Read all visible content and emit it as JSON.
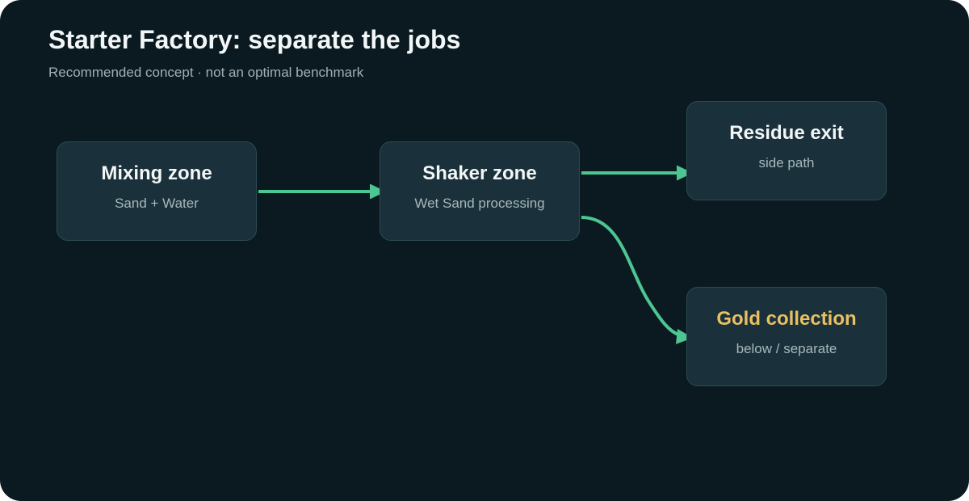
{
  "header": {
    "title": "Starter Factory: separate the jobs",
    "subtitle": "Recommended concept · not an optimal benchmark"
  },
  "nodes": {
    "mixing": {
      "title": "Mixing zone",
      "subtitle": "Sand + Water"
    },
    "shaker": {
      "title": "Shaker zone",
      "subtitle": "Wet Sand processing"
    },
    "residue": {
      "title": "Residue exit",
      "subtitle": "side path"
    },
    "gold": {
      "title": "Gold collection",
      "subtitle": "below / separate"
    }
  },
  "connections": [
    {
      "from": "Mixing zone",
      "to": "Shaker zone"
    },
    {
      "from": "Shaker zone",
      "to": "Residue exit"
    },
    {
      "from": "Shaker zone",
      "to": "Gold collection"
    }
  ],
  "colors": {
    "background": "#0b1a20",
    "node_fill": "#1a303a",
    "node_border": "#2d4a53",
    "arrow": "#4cc692",
    "gold_text": "#e8c063",
    "title_text": "#f2f6f7",
    "muted_text": "#9db0b6"
  }
}
